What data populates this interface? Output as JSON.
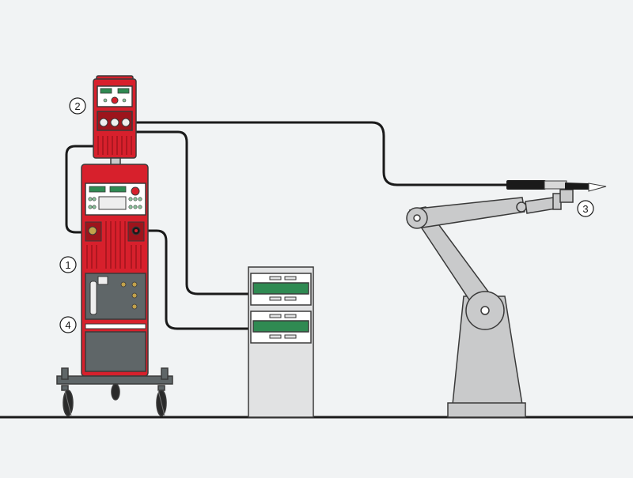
{
  "labels": {
    "power_source": "1",
    "wire_feeder": "2",
    "torch": "3",
    "cooling_unit": "4"
  },
  "colors": {
    "background": "#f1f3f4",
    "equipment_red": "#d7202c",
    "dark_red": "#9d141c",
    "robot_gray": "#c9cacb",
    "cabinet_gray": "#e1e2e3",
    "display_green": "#2f8a52",
    "cable": "#1a1a1a",
    "floor": "#1a1a1a"
  },
  "icons": [
    "wheel-icon",
    "knob-icon",
    "display-icon",
    "torch-icon"
  ]
}
